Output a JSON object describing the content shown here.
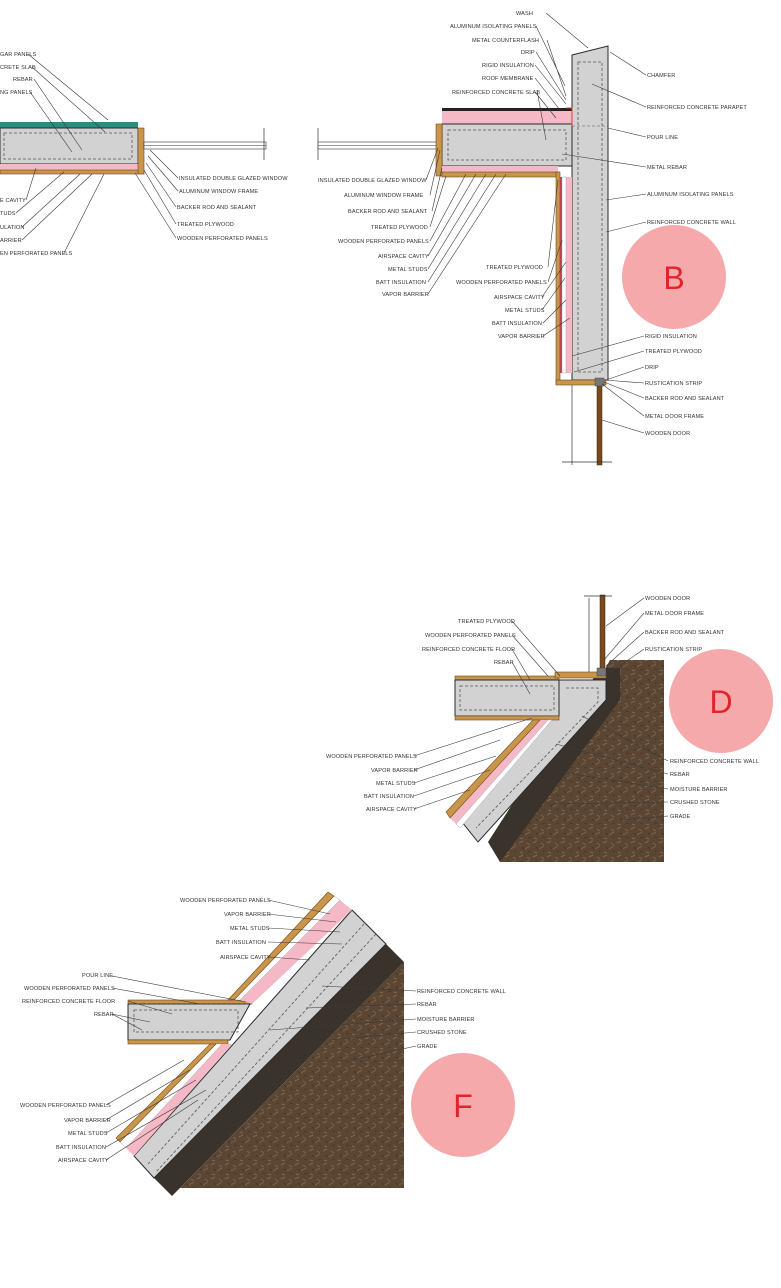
{
  "details": {
    "a_partial": {
      "left_labels": [
        "GAR PANELS",
        "CRETE SLAB",
        "REBAR",
        "NG PANELS",
        "E CAVITY",
        "TUDS",
        "ULATION",
        "ARRIER",
        "EN PERFORATED PANELS"
      ],
      "right_labels": [
        "INSULATED DOUBLE GLAZED WINDOW",
        "ALUMINUM WINDOW FRAME",
        "BACKER ROD AND SEALANT",
        "TREATED PLYWOOD",
        "WOODEN PERFORATED PANELS"
      ]
    },
    "b": {
      "badge": "B",
      "top_labels": [
        "WASH",
        "ALUMINUM ISOLATING PANELS",
        "METAL COUNTERFLASH",
        "DRIP",
        "RIGID INSULATION",
        "ROOF MEMBRANE",
        "REINFORCED CONCRETE SLAB"
      ],
      "left_labels": [
        "INSULATED DOUBLE GLAZED WINDOW",
        "ALUMINUM WINDOW FRAME",
        "BACKER ROD AND SEALANT",
        "TREATED PLYWOOD",
        "WOODEN PERFORATED PANELS",
        "AIRSPACE CAVITY",
        "METAL STUDS",
        "BATT INSULATION",
        "VAPOR BARRIER"
      ],
      "mid_labels": [
        "TREATED PLYWOOD",
        "WOODEN PERFORATED PANELS",
        "AIRSPACE CAVITY",
        "METAL STUDS",
        "BATT INSULATION",
        "VAPOR BARRIER"
      ],
      "right_labels": [
        "CHAMFER",
        "REINFORCED CONCRETE PARAPET",
        "POUR LINE",
        "METAL REBAR",
        "ALUMINUM ISOLATING PANELS",
        "REINFORCED CONCRETE WALL"
      ],
      "bottom_labels": [
        "RIGID INSULATION",
        "TREATED PLYWOOD",
        "DRIP",
        "RUSTICATION STRIP",
        "BACKER ROD AND SEALANT",
        "METAL DOOR FRAME",
        "WOODEN DOOR"
      ]
    },
    "d": {
      "badge": "D",
      "top_left_labels": [
        "TREATED PLYWOOD",
        "WOODEN PERFORATED PANELS",
        "REINFORCED CONCRETE FLOOR",
        "REBAR"
      ],
      "top_right_labels": [
        "WOODEN DOOR",
        "METAL DOOR FRAME",
        "BACKER ROD AND SEALANT",
        "RUSTICATION STRIP"
      ],
      "left_labels": [
        "WOODEN PERFORATED PANELS",
        "VAPOR BARRIER",
        "METAL STUDS",
        "BATT INSULATION",
        "AIRSPACE CAVITY"
      ],
      "right_labels": [
        "REINFORCED CONCRETE WALL",
        "REBAR",
        "MOISTURE BARRIER",
        "CRUSHED STONE",
        "GRADE"
      ]
    },
    "f": {
      "badge": "F",
      "top_labels": [
        "WOODEN PERFORATED PANELS",
        "VAPOR BARRIER",
        "METAL STUDS",
        "BATT INSULATION",
        "AIRSPACE CAVITY"
      ],
      "mid_left_labels": [
        "POUR LINE",
        "WOODEN PERFORATED PANELS",
        "REINFORCED CONCRETE FLOOR",
        "REBAR"
      ],
      "right_labels": [
        "REINFORCED CONCRETE WALL",
        "REBAR",
        "MOISTURE BARRIER",
        "CRUSHED STONE",
        "GRADE"
      ],
      "bottom_labels": [
        "WOODEN PERFORATED PANELS",
        "VAPOR BARRIER",
        "METAL STUDS",
        "BATT INSULATION",
        "AIRSPACE CAVITY"
      ]
    }
  }
}
